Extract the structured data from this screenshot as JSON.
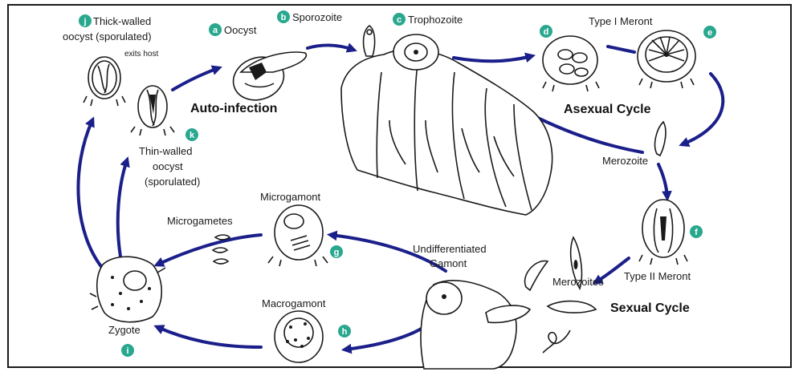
{
  "diagram": {
    "labels": {
      "thick_walled": [
        "Thick-walled",
        "oocyst (sporulated)"
      ],
      "exits_host": "exits host",
      "oocyst": "Oocyst",
      "sporozoite": "Sporozoite",
      "trophozoite": "Trophozoite",
      "type1": "Type I Meront",
      "auto_infection": "Auto-infection",
      "asexual_cycle": "Asexual Cycle",
      "thin_walled": [
        "Thin-walled",
        "oocyst",
        "(sporulated)"
      ],
      "merozoite": "Merozoite",
      "microgamont": "Microgamont",
      "microgametes": "Microgametes",
      "undiff": [
        "Undifferentiated",
        "Gamont"
      ],
      "type2": "Type II Meront",
      "merozoites": "Merozoites",
      "sexual_cycle": "Sexual Cycle",
      "macrogamont": "Macrogamont",
      "zygote": "Zygote"
    },
    "badges": {
      "a": "a",
      "b": "b",
      "c": "c",
      "d": "d",
      "e": "e",
      "f": "f",
      "g": "g",
      "h": "h",
      "i": "i",
      "j": "j",
      "k": "k"
    },
    "colors": {
      "arrow": "#1b1f8a",
      "badge": "#2aa88f",
      "ink": "#1a1a1a"
    }
  }
}
